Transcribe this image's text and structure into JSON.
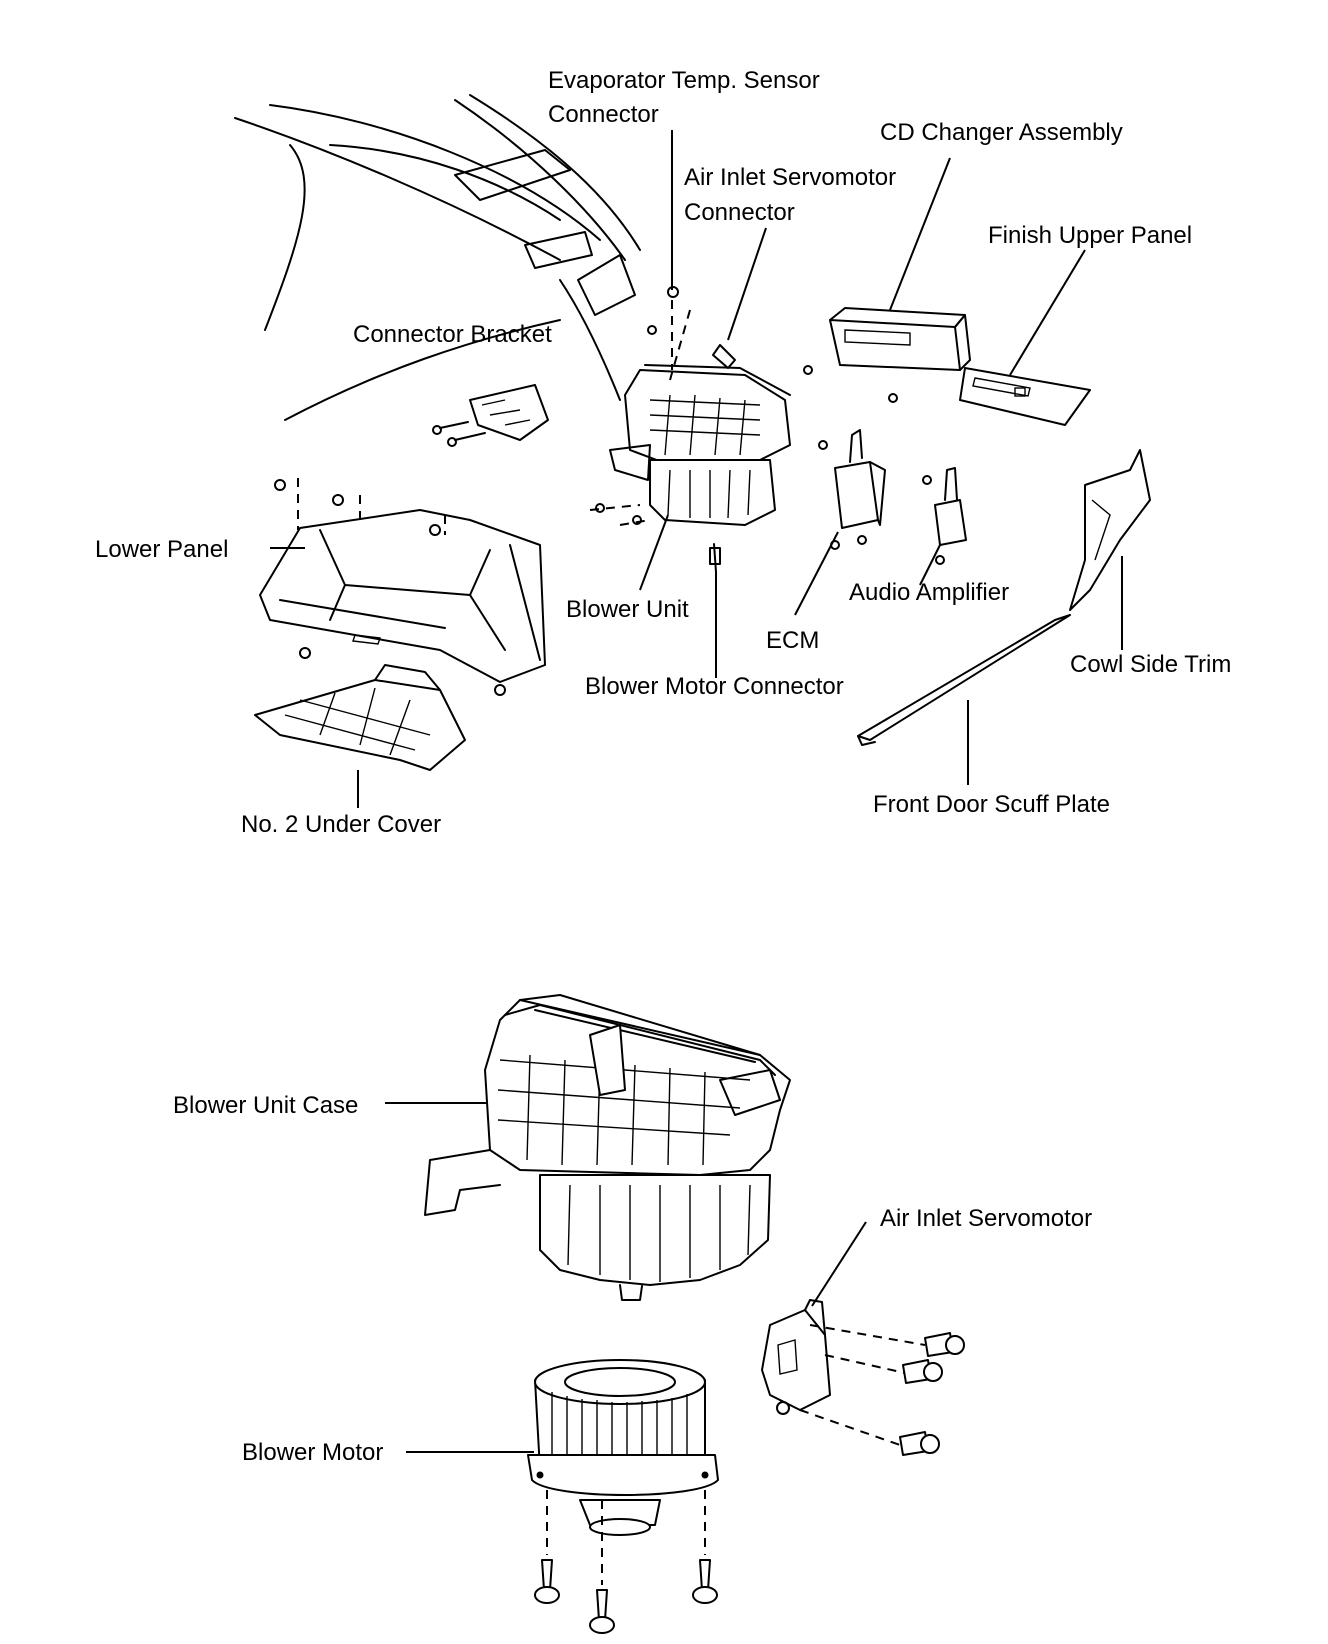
{
  "labels": {
    "evap_sensor_line1": "Evaporator Temp. Sensor",
    "evap_sensor_line2": "Connector",
    "cd_changer": "CD Changer Assembly",
    "air_inlet_conn_line1": "Air Inlet Servomotor",
    "air_inlet_conn_line2": "Connector",
    "finish_upper_panel": "Finish Upper Panel",
    "connector_bracket": "Connector Bracket",
    "lower_panel": "Lower Panel",
    "blower_unit": "Blower Unit",
    "ecm": "ECM",
    "audio_amplifier": "Audio Amplifier",
    "cowl_side_trim": "Cowl Side Trim",
    "blower_motor_connector": "Blower Motor Connector",
    "no2_under_cover": "No. 2 Under Cover",
    "front_door_scuff_plate": "Front Door Scuff Plate",
    "blower_unit_case": "Blower Unit Case",
    "air_inlet_servomotor": "Air Inlet Servomotor",
    "blower_motor": "Blower Motor"
  }
}
